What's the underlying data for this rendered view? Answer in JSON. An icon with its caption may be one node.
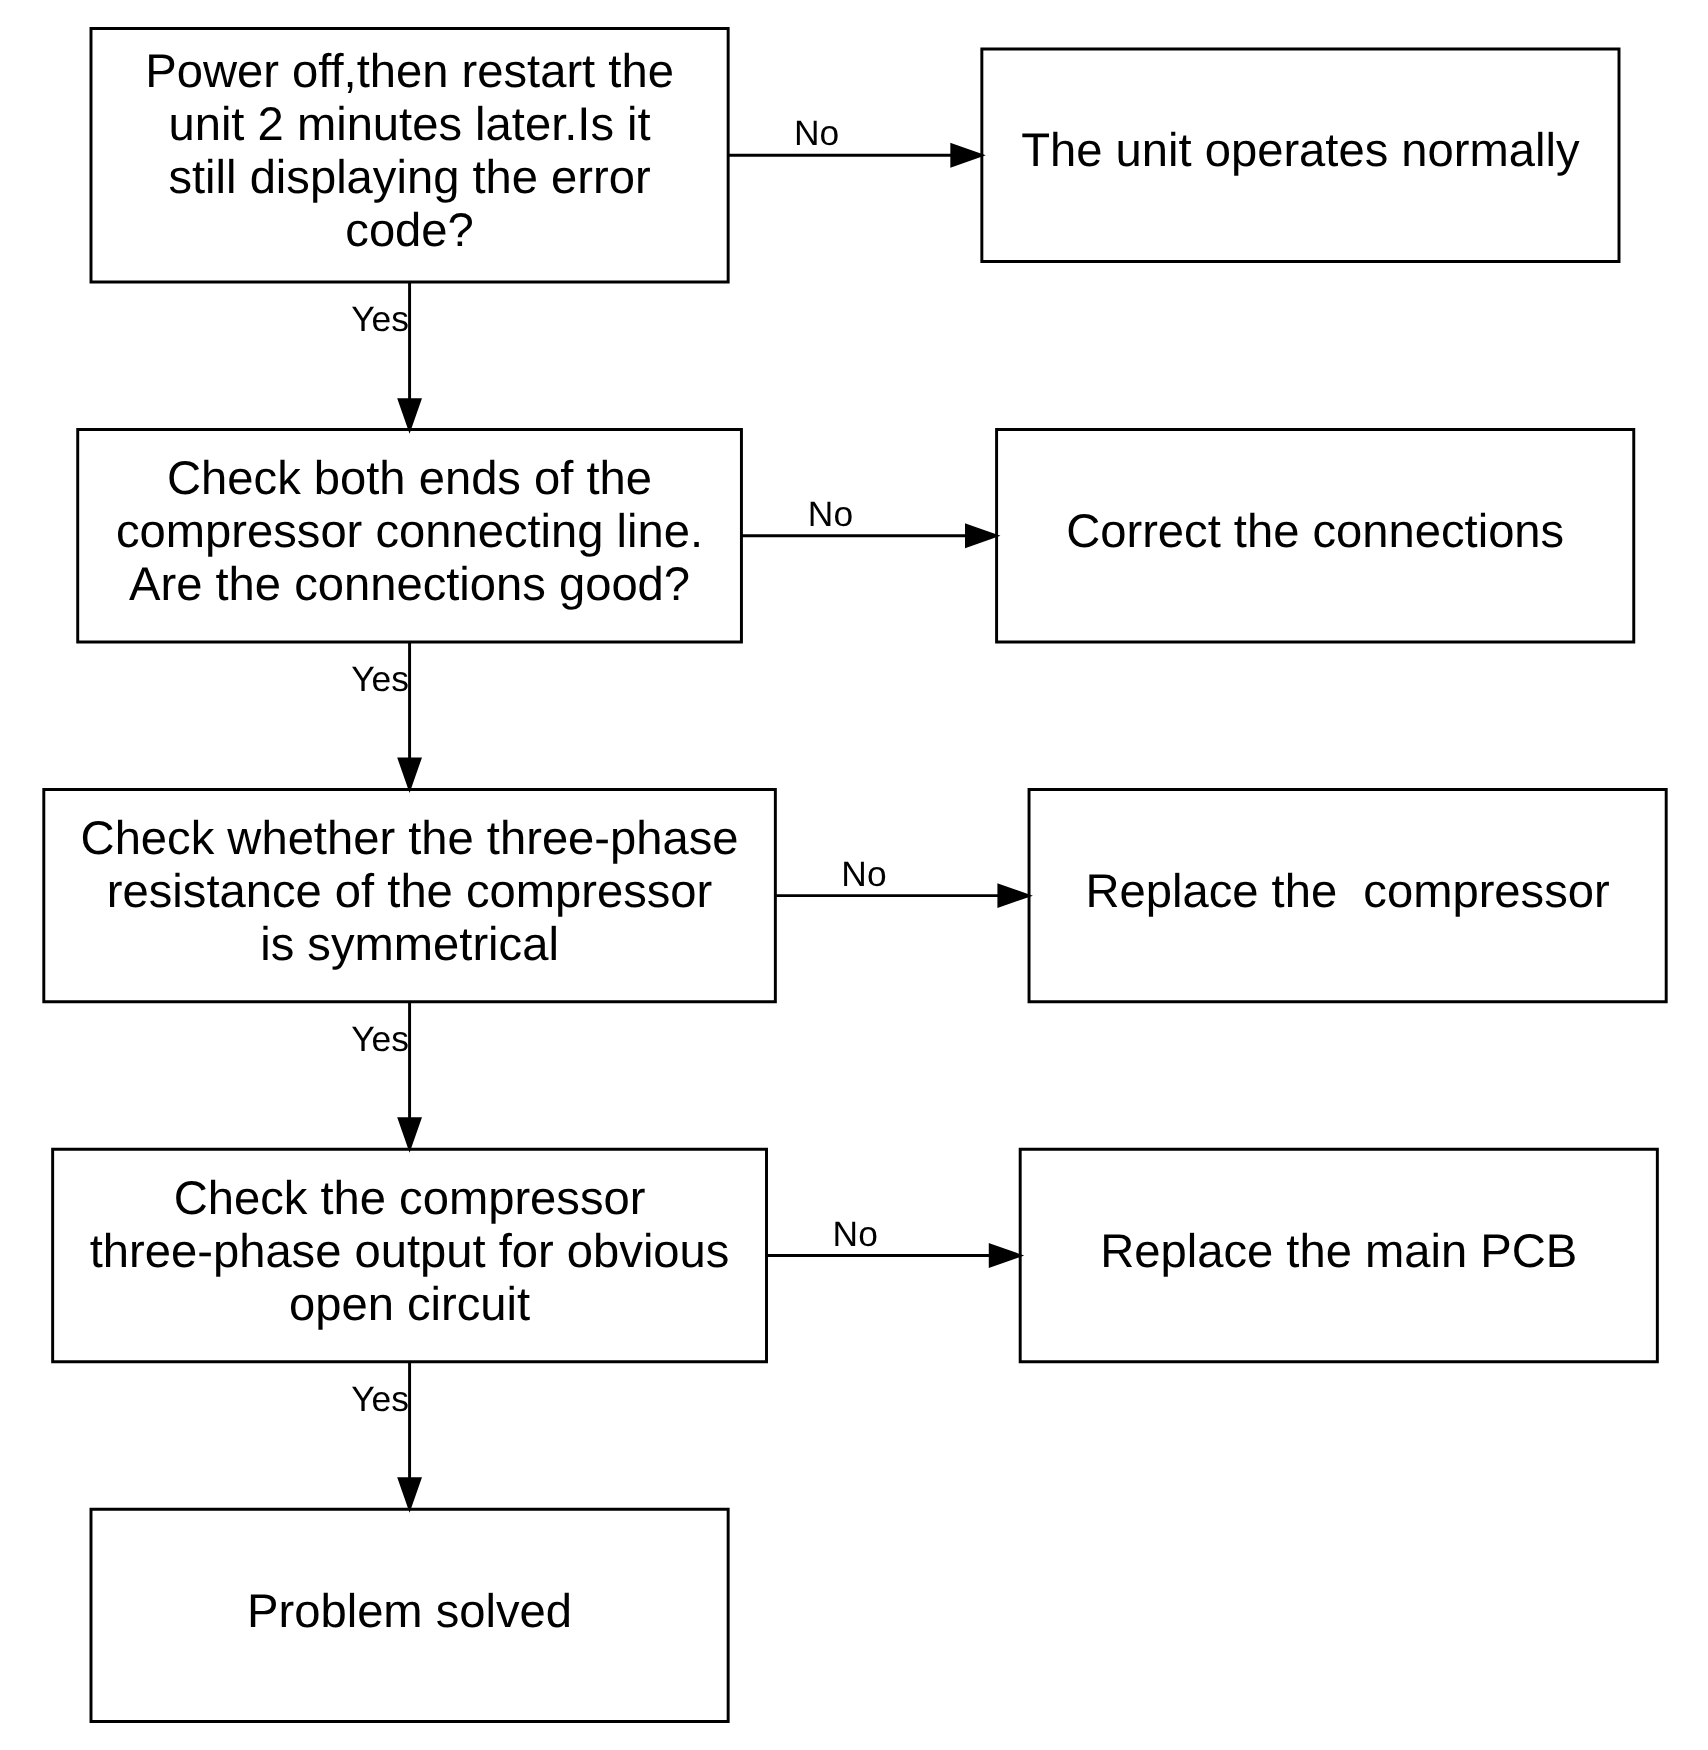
{
  "diagram": {
    "nodes": [
      {
        "text": [
          "Power off,then restart the unit 2 minutes later.Is it still displaying the error code?"
        ]
      },
      {
        "text": [
          "The unit operates normally"
        ]
      },
      {
        "text": [
          "Check both ends of the compressor connecting line. Are the connections good?"
        ]
      },
      {
        "text": [
          "Correct the connections"
        ]
      },
      {
        "text": [
          "Check whether the three-phase resistance of the compressor is symmetrical"
        ]
      },
      {
        "text": [
          "Replace the  compressor"
        ]
      },
      {
        "text": [
          "Check the compressor three-phase output for obvious open circuit"
        ]
      },
      {
        "text": [
          "Replace the main PCB"
        ]
      },
      {
        "text": [
          "Problem solved"
        ]
      }
    ],
    "edges": [
      {
        "from": 0,
        "to": 1,
        "arrow": "to",
        "label": "No"
      },
      {
        "from": 0,
        "to": 2,
        "arrow": "to",
        "label": "Yes"
      },
      {
        "from": 2,
        "to": 3,
        "arrow": "to",
        "label": "No"
      },
      {
        "from": 2,
        "to": 4,
        "arrow": "to",
        "label": "Yes"
      },
      {
        "from": 4,
        "to": 5,
        "arrow": "to",
        "label": "No"
      },
      {
        "from": 4,
        "to": 6,
        "arrow": "to",
        "label": "Yes"
      },
      {
        "from": 6,
        "to": 7,
        "arrow": "to",
        "label": "No"
      },
      {
        "from": 6,
        "to": 8,
        "arrow": "to",
        "label": "Yes"
      }
    ]
  }
}
